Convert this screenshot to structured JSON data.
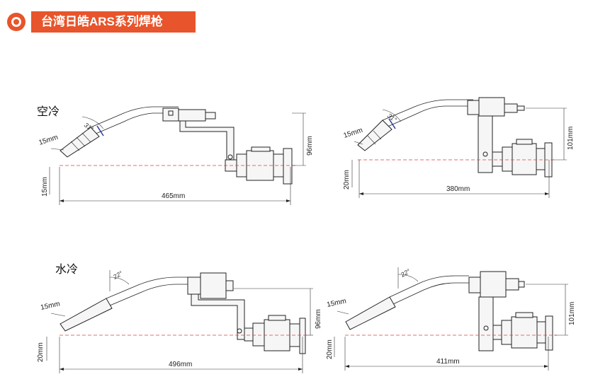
{
  "header": {
    "title": "台湾日皓ARS系列焊枪",
    "accent_color": "#e8542b",
    "icon": "target-bullet-icon"
  },
  "sections": {
    "air_cooled": {
      "label": "空冷"
    },
    "water_cooled": {
      "label": "水冷"
    }
  },
  "diagrams": {
    "air_left": {
      "tip_size": "15mm",
      "angle": "31°",
      "bottom_dim": "15mm",
      "width": "465mm",
      "height": "96mm"
    },
    "air_right": {
      "tip_size": "15mm",
      "angle": "31°",
      "bottom_dim": "20mm",
      "width": "380mm",
      "height": "101mm"
    },
    "water_left": {
      "tip_size": "15mm",
      "angle": "22°",
      "bottom_dim": "20mm",
      "width": "496mm",
      "height": "96mm"
    },
    "water_right": {
      "tip_size": "15mm",
      "angle": "22°",
      "bottom_dim": "20mm",
      "width": "411mm",
      "height": "101mm"
    }
  }
}
